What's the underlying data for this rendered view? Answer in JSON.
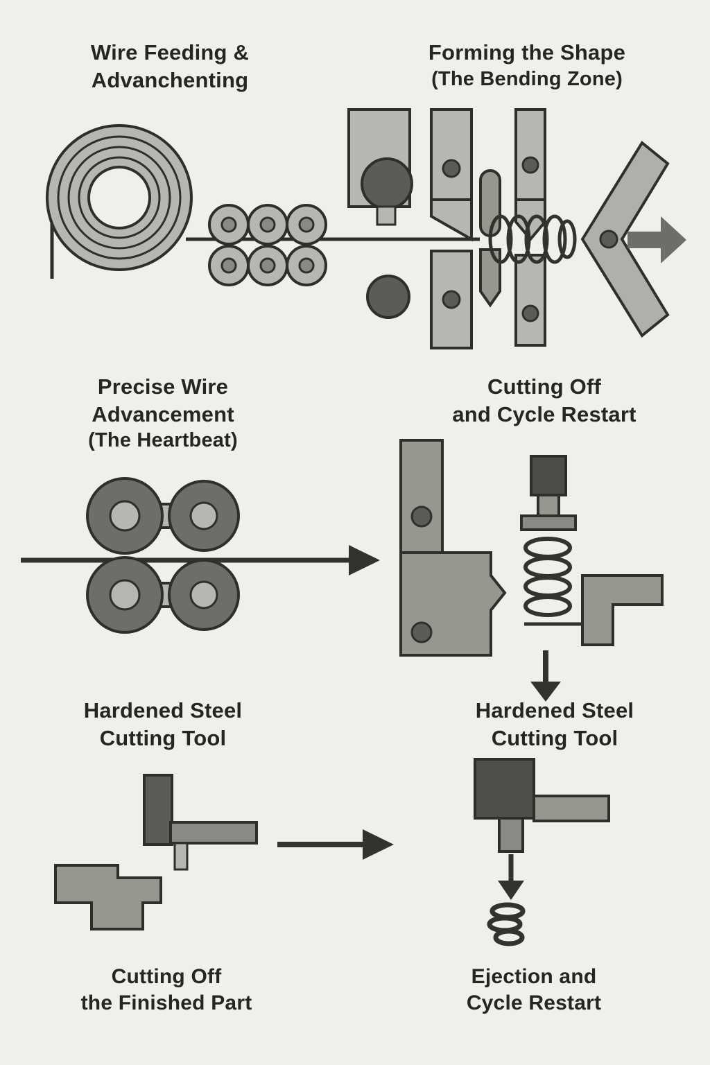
{
  "page": {
    "background": "#f0efea",
    "ink": "#2f2e2b",
    "gray_light": "#b7b6b2",
    "gray_mid": "#98978f",
    "gray_dark": "#5c5b57",
    "arrow_color": "#33322f"
  },
  "labels": {
    "top_left": {
      "line1": "Wire Feeding &",
      "line2": "Advanchenting"
    },
    "top_right": {
      "line1": "Forming the Shape",
      "line2": "(The Bending Zone)"
    },
    "mid_left": {
      "line1": "Precise Wire",
      "line2": "Advancement",
      "line3": "(The Heartbeat)"
    },
    "mid_right": {
      "line1": "Cutting Off",
      "line2": "and Cycle Restart"
    },
    "bottom_left_heading": {
      "line1": "Hardened Steel",
      "line2": "Cutting Tool"
    },
    "bottom_right_heading": {
      "line1": "Hardened Steel",
      "line2": "Cutting Tool"
    },
    "bottom_left_caption": {
      "line1": "Cutting Off",
      "line2": "the Finished Part"
    },
    "bottom_right_caption": {
      "line1": "Ejection and",
      "line2": "Cycle Restart"
    }
  }
}
